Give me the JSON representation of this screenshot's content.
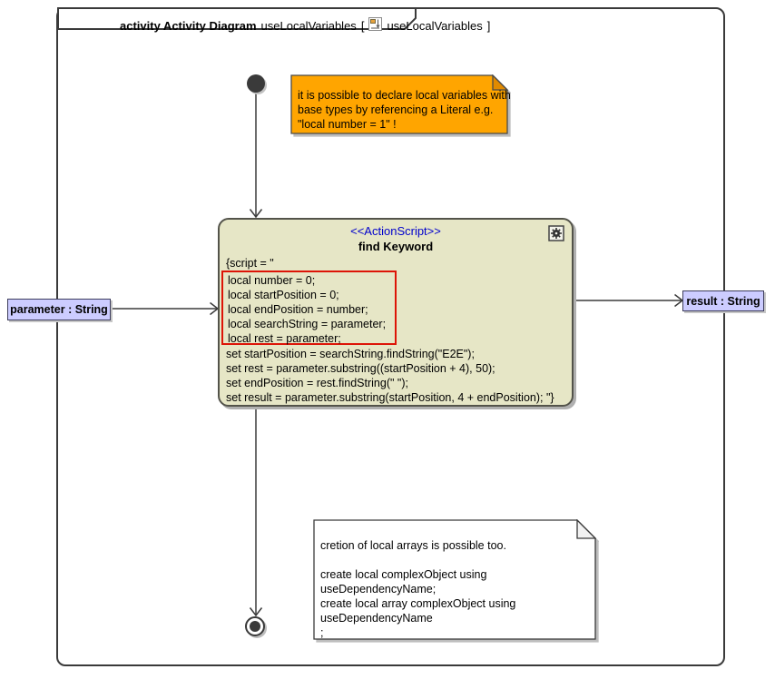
{
  "frame": {
    "title_bold": "activity Activity Diagram",
    "title_name": "useLocalVariables",
    "bracket_open": "[",
    "diagram_ref": "useLocalVariables",
    "bracket_close": "]"
  },
  "note_top": {
    "bg_color": "#FFA500",
    "lines": [
      "it is possible to declare local variables with",
      "base types by referencing a Literal e.g.",
      "\"local number = 1\" !"
    ]
  },
  "action": {
    "stereotype": "<<ActionScript>>",
    "name": "find Keyword",
    "script_open": "{script = \"",
    "stereotype_color": "#0000CC",
    "fill_color": "#E6E6C6",
    "highlight_border_color": "#DD1407",
    "local_lines": [
      "local number = 0;",
      "local startPosition = 0;",
      "local endPosition = number;",
      "local searchString = parameter;",
      "local rest = parameter;"
    ],
    "set_lines": [
      "set startPosition = searchString.findString(\"E2E\");",
      "set rest = parameter.substring((startPosition + 4), 50);",
      "set endPosition = rest.findString(\" \");",
      "set result = parameter.substring(startPosition, 4 + endPosition); \"}"
    ]
  },
  "pins": {
    "fill_color": "#CCCCFF",
    "input": "parameter : String",
    "output": "result : String"
  },
  "note_bottom": {
    "lines": [
      "cretion of local arrays is possible too.",
      "",
      "create local complexObject using",
      "useDependencyName;",
      "create local array complexObject using",
      "useDependencyName",
      ";"
    ]
  }
}
